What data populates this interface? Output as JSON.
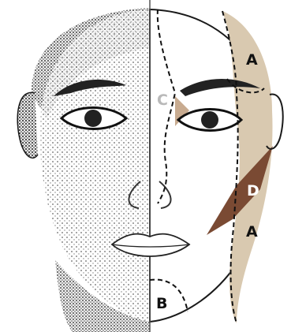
{
  "diagram": {
    "labels": {
      "a_upper": "A",
      "a_lower": "A",
      "b": "B",
      "c": "C",
      "d": "D"
    },
    "colors": {
      "ink": "#1a1a1a",
      "skin_shade": "#d8c8b4",
      "zone_a": "#d9c9b0",
      "zone_c": "#c8ab90",
      "zone_d": "#7a4a33",
      "label_light": "#ffffff",
      "label_dark": "#111111",
      "label_c": "#b9b9b9"
    }
  }
}
